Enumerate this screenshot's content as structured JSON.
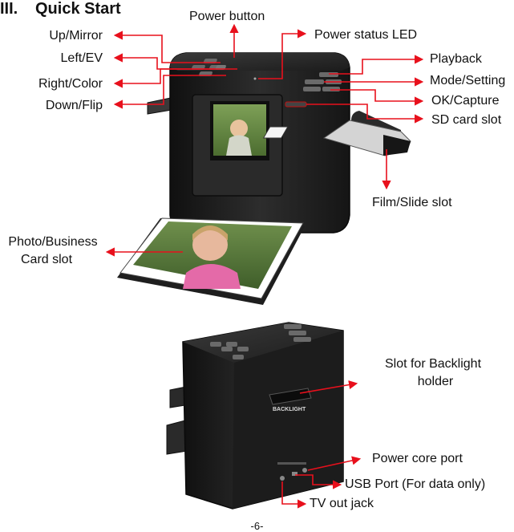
{
  "section": {
    "number": "III.",
    "title": "Quick Start"
  },
  "top_device": {
    "labels": {
      "power_button": "Power button",
      "power_status_led": "Power status LED",
      "up_mirror": "Up/Mirror",
      "left_ev": "Left/EV",
      "right_color": "Right/Color",
      "down_flip": "Down/Flip",
      "playback": "Playback",
      "mode_setting": "Mode/Setting",
      "ok_capture": "OK/Capture",
      "sd_card_slot": "SD card slot",
      "film_slide_slot": "Film/Slide slot",
      "photo_business_line1": "Photo/Business",
      "photo_business_line2": "Card slot"
    }
  },
  "back_device": {
    "labels": {
      "backlight_line1": "Slot for Backlight",
      "backlight_line2": "holder",
      "power_core_port": "Power core port",
      "usb_port": "USB Port (For data only)",
      "tv_out_jack": "TV out jack"
    },
    "slot_text": "BACKLIGHT"
  },
  "page_number": "-6-",
  "colors": {
    "arrow": "#e8101c",
    "device": "#222222",
    "text": "#111111"
  }
}
